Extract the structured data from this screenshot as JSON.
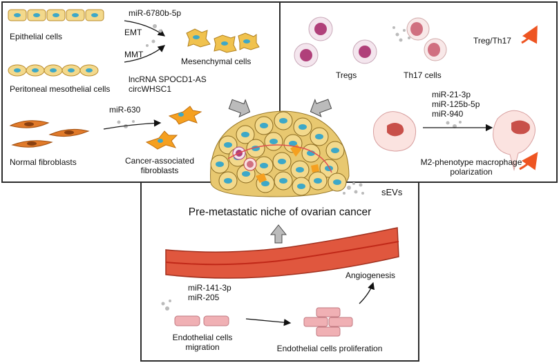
{
  "left_panel": {
    "mirna_emt": "miR-6780b-5p",
    "emt": "EMT",
    "mmt": "MMT",
    "epithelial": "Epithelial cells",
    "peritoneal": "Peritoneal mesothelial cells",
    "mesenchymal": "Mesenchymal cells",
    "lncrna": "lncRNA SPOCD1-AS",
    "circ": "circWHSC1",
    "mir630": "miR-630",
    "normal_fib": "Normal fibroblasts",
    "caf_line1": "Cancer-associated",
    "caf_line2": "fibroblasts"
  },
  "right_panel": {
    "tregs": "Tregs",
    "th17": "Th17 cells",
    "ratio": "Treg/Th17",
    "mir_a": "miR-21-3p",
    "mir_b": "miR-125b-5p",
    "mir_c": "miR-940",
    "m2_line1": "M2-phenotype macrophage",
    "m2_line2": "polarization"
  },
  "bottom_panel": {
    "sevs": "sEVs",
    "niche_title": "Pre-metastatic niche of ovarian cancer",
    "angiogenesis": "Angiogenesis",
    "mir141": "miR-141-3p",
    "mir205": "miR-205",
    "migration_line1": "Endothelial cells",
    "migration_line2": "migration",
    "proliferation": "Endothelial cells proliferation"
  },
  "colors": {
    "cell_fill": "#f3d98c",
    "nucleus": "#3da8c8",
    "mesenchymal": "#f0c24e",
    "fibroblast": "#e07a2a",
    "caf": "#f5a020",
    "treg": "#b0407a",
    "vessel": "#e0573e",
    "endothelial": "#f0b0b4",
    "up_arrow": "#ee5522"
  }
}
